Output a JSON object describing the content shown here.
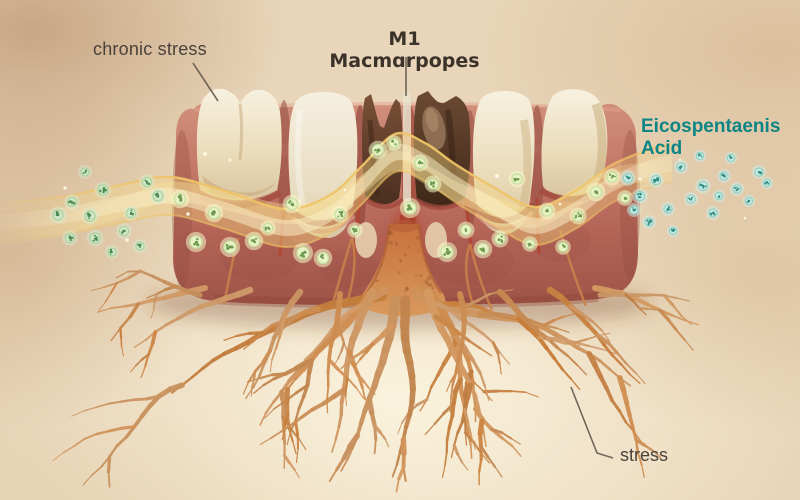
{
  "labels": {
    "chronic_stress": "chronic stress",
    "title": "M1 Macmɑrpopes",
    "eicos_line1": "Eicospentaenis",
    "eicos_line2": "Acid",
    "stress": "stress"
  },
  "colors": {
    "label_text": "#4a423b",
    "title_text": "#3b3329",
    "eicos_text": "#0d8585",
    "leader_line": "#645a4e",
    "wave_gold": "#eec468",
    "gum_pink": "#c07565",
    "tooth_cream": "#ece0c4",
    "decay_brown": "#5d3c28",
    "root_tan": "#cf9255",
    "particle_green": "#4d8a52",
    "particle_teal": "#2e8b80"
  },
  "illustration": {
    "left_particles": [
      [
        58,
        215,
        5.5
      ],
      [
        72,
        202,
        5
      ],
      [
        90,
        216,
        5.5
      ],
      [
        70,
        238,
        5
      ],
      [
        95,
        238,
        5.5
      ],
      [
        103,
        190,
        5.5
      ],
      [
        124,
        231,
        5
      ],
      [
        131,
        213,
        5
      ],
      [
        147,
        182,
        5
      ],
      [
        158,
        196,
        5.5
      ],
      [
        112,
        252,
        4.5
      ],
      [
        85,
        172,
        4.5
      ],
      [
        140,
        246,
        4.5
      ]
    ],
    "wave_particles": [
      [
        180,
        199,
        6
      ],
      [
        196,
        242,
        6.5
      ],
      [
        214,
        213,
        6
      ],
      [
        230,
        247,
        6.5
      ],
      [
        254,
        241,
        6
      ],
      [
        268,
        228,
        5
      ],
      [
        292,
        204,
        6
      ],
      [
        303,
        253,
        6.5
      ],
      [
        323,
        258,
        6
      ],
      [
        340,
        214,
        5.5
      ],
      [
        355,
        230,
        5
      ],
      [
        378,
        150,
        6
      ],
      [
        394,
        143,
        5
      ],
      [
        410,
        208,
        6.5
      ],
      [
        420,
        163,
        5.5
      ],
      [
        433,
        184,
        5.5
      ],
      [
        447,
        252,
        6.5
      ],
      [
        466,
        230,
        5.5
      ],
      [
        483,
        249,
        6
      ],
      [
        500,
        239,
        5.5
      ],
      [
        517,
        179,
        5.5
      ],
      [
        530,
        244,
        5
      ],
      [
        547,
        211,
        5.5
      ],
      [
        563,
        247,
        5
      ],
      [
        578,
        216,
        5.5
      ],
      [
        596,
        192,
        6
      ],
      [
        612,
        177,
        5.5
      ],
      [
        625,
        198,
        5
      ]
    ],
    "right_particles": [
      [
        628,
        178,
        5
      ],
      [
        634,
        210,
        4.5
      ],
      [
        640,
        196,
        5
      ],
      [
        649,
        222,
        4.5
      ],
      [
        656,
        180,
        5
      ],
      [
        668,
        209,
        4.5
      ],
      [
        673,
        231,
        4
      ],
      [
        681,
        167,
        4.5
      ],
      [
        691,
        199,
        4.5
      ],
      [
        700,
        156,
        4
      ],
      [
        703,
        186,
        5
      ],
      [
        713,
        213,
        4.5
      ],
      [
        719,
        196,
        4
      ],
      [
        724,
        176,
        4.5
      ],
      [
        731,
        158,
        4
      ],
      [
        737,
        189,
        4.5
      ],
      [
        749,
        201,
        4
      ],
      [
        759,
        172,
        4.5
      ],
      [
        767,
        183,
        4
      ]
    ]
  }
}
